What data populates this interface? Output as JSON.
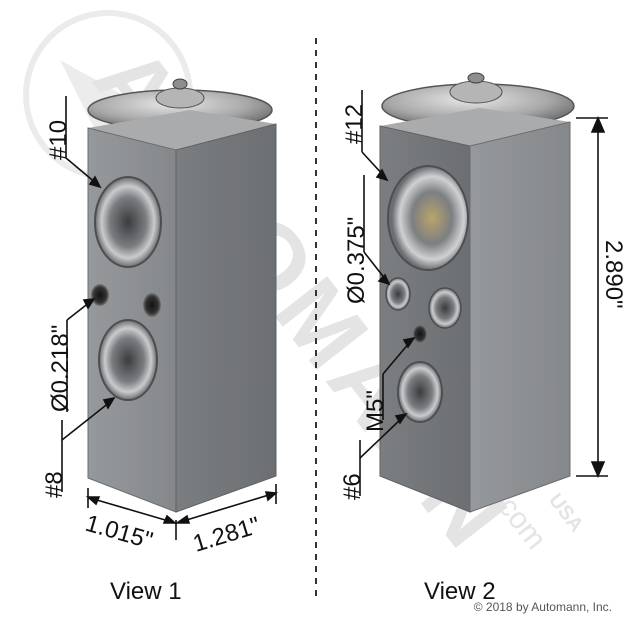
{
  "views": [
    {
      "caption": "View 1",
      "callouts": [
        "#10",
        "Ø0.218\"",
        "#8"
      ],
      "dimensions": [
        "1.015\"",
        "1.281\""
      ]
    },
    {
      "caption": "View 2",
      "callouts": [
        "#12",
        "Ø0.375\"",
        "M5\"",
        "#6"
      ],
      "dimensions": [
        "2.890\""
      ]
    }
  ],
  "watermark": {
    "brand": "AUTOMANN",
    "site": "automann.com",
    "mark": "USA"
  },
  "copyright": "© 2018 by Automann, Inc.",
  "colors": {
    "block": "#8a8d90",
    "block_top": "#a9abad",
    "block_side": "#75787b",
    "text": "#111111",
    "watermark": "#d9d9d9"
  }
}
